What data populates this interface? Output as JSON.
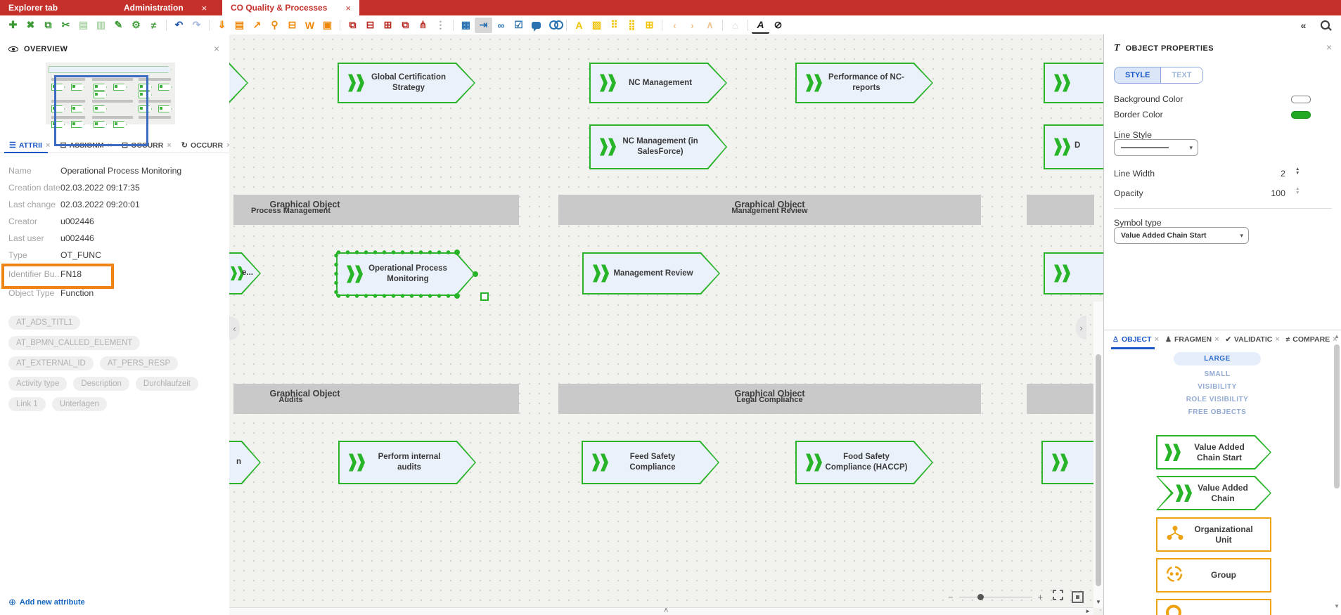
{
  "ui": {
    "close": "×",
    "caret": "▾",
    "up_arrow": "▲",
    "down_arrow": "▼",
    "minus": "−",
    "plus": "+",
    "chevron_left": "‹",
    "chevron_right": "›",
    "chevron_up": "˄",
    "scroll_right": "►",
    "scroll_down": "▼",
    "add_circle": "⊕"
  },
  "colors": {
    "header_red": "#c5302b",
    "accent_blue": "#1a56c4",
    "shape_green": "#2bb32b",
    "shape_fill": "#eaf1fa",
    "highlight_orange": "#ee8413",
    "palette_orange": "#eca211"
  },
  "window_tabs": [
    {
      "label": "Explorer tab",
      "active": false
    },
    {
      "label": "Administration",
      "active": false
    },
    {
      "label": "CO Quality & Processes",
      "active": true
    }
  ],
  "toolbar": {
    "groups": [
      {
        "color": "#3f9b37",
        "icons": [
          {
            "name": "new-document",
            "glyph": "✚"
          },
          {
            "name": "delete",
            "glyph": "✖"
          },
          {
            "name": "duplicate",
            "glyph": "⧉"
          },
          {
            "name": "cut-scissors",
            "glyph": "✂"
          },
          {
            "name": "paste",
            "glyph": "▤",
            "muted": true
          },
          {
            "name": "paste-format",
            "glyph": "▥",
            "muted": true
          },
          {
            "name": "edit-pencil",
            "glyph": "✎"
          },
          {
            "name": "settings-gear",
            "glyph": "⚙"
          },
          {
            "name": "compare-not-equal",
            "glyph": "≠"
          }
        ]
      },
      {
        "color": "#2456a8",
        "icons": [
          {
            "name": "undo",
            "glyph": "↶"
          },
          {
            "name": "redo",
            "glyph": "↷",
            "muted": true
          }
        ]
      },
      {
        "color": "#ef8807",
        "icons": [
          {
            "name": "download-model",
            "glyph": "⇓"
          },
          {
            "name": "export-document",
            "glyph": "▤"
          },
          {
            "name": "share",
            "glyph": "↗"
          },
          {
            "name": "pin",
            "glyph": "⚲"
          },
          {
            "name": "print",
            "glyph": "⊟"
          },
          {
            "name": "export-word",
            "glyph": "W"
          },
          {
            "name": "export-image",
            "glyph": "▣"
          }
        ]
      },
      {
        "color": "#b7271f",
        "icons": [
          {
            "name": "bring-to-front",
            "glyph": "⧉"
          },
          {
            "name": "send-to-back",
            "glyph": "⊟"
          },
          {
            "name": "bring-forward",
            "glyph": "⊞"
          },
          {
            "name": "send-backward",
            "glyph": "⧉"
          },
          {
            "name": "hierarchy-layout",
            "glyph": "⋔"
          }
        ]
      },
      {
        "color": "#9a9a9a",
        "separator": false,
        "icons": [
          {
            "name": "more-options",
            "glyph": "⋮"
          }
        ]
      },
      {
        "color": "#2a72b0",
        "icons": [
          {
            "name": "view-grid",
            "glyph": "▦"
          },
          {
            "name": "align-connectors",
            "glyph": "⇥",
            "active": true
          },
          {
            "name": "find-binoculars",
            "glyph": "∞"
          },
          {
            "name": "multi-select-checkbox",
            "glyph": "☑"
          },
          {
            "name": "comments-bubble",
            "css": "bubble"
          },
          {
            "name": "toggle-overlay-circles",
            "css": "venn"
          }
        ]
      },
      {
        "color": "#f2c100",
        "icons": [
          {
            "name": "font-color",
            "glyph": "A"
          },
          {
            "name": "insert-image",
            "glyph": "▨"
          },
          {
            "name": "grid-small-dots",
            "glyph": "⠿"
          },
          {
            "name": "grid-large-dots",
            "glyph": "⣿"
          },
          {
            "name": "insert-table",
            "glyph": "⊞"
          }
        ]
      },
      {
        "color": "#f0c493",
        "icons": [
          {
            "name": "nav-left",
            "glyph": "‹"
          },
          {
            "name": "nav-right",
            "glyph": "›"
          },
          {
            "name": "nav-up",
            "glyph": "∧"
          }
        ]
      },
      {
        "color": "#d9d9d9",
        "icons": [
          {
            "name": "shape-placeholder",
            "glyph": "⌂"
          }
        ]
      },
      {
        "color": "#222222",
        "icons": [
          {
            "name": "font-style",
            "glyph": "A",
            "cls": "underlineA"
          },
          {
            "name": "no-draw",
            "glyph": "⊘"
          }
        ]
      }
    ],
    "right_icons": [
      {
        "name": "collapse-panel",
        "glyph": "«"
      },
      {
        "name": "zoom-search",
        "css": "mag"
      }
    ]
  },
  "overview_panel": {
    "title": "OVERVIEW"
  },
  "attributes_panel": {
    "tabs": [
      {
        "label": "ATTRII",
        "icon": "☰",
        "active": true
      },
      {
        "label": "ASSIGNM",
        "icon": "⊡",
        "active": false
      },
      {
        "label": "OCCURR",
        "icon": "⊡",
        "active": false
      },
      {
        "label": "OCCURR",
        "icon": "↻",
        "active": false
      }
    ],
    "rows": [
      {
        "label": "Name",
        "value": "Operational Process Monitoring"
      },
      {
        "label": "Creation date",
        "value": "02.03.2022 09:17:35"
      },
      {
        "label": "Last change",
        "value": "02.03.2022 09:20:01"
      },
      {
        "label": "Creator",
        "value": "u002446"
      },
      {
        "label": "Last user",
        "value": "u002446"
      },
      {
        "label": "Type",
        "value": "OT_FUNC"
      },
      {
        "label": "Identifier Bu...",
        "value": "FN18",
        "highlighted": true
      },
      {
        "label": "Object Type",
        "value": "Function"
      }
    ],
    "chips": [
      "AT_ADS_TITL1",
      "AT_BPMN_CALLED_ELEMENT",
      "AT_EXTERNAL_ID",
      "AT_PERS_RESP",
      "Activity type",
      "Description",
      "Durchlaufzeit",
      "Link 1",
      "Unterlagen"
    ],
    "add_attribute_label": "Add new attribute"
  },
  "canvas": {
    "shapes": [
      {
        "label": "Global Certification Strategy"
      },
      {
        "label": "NC Management"
      },
      {
        "label": "Performance of NC-reports"
      },
      {
        "label": "NC Management (in SalesForce)"
      },
      {
        "label": "Operational Process Monitoring",
        "selected": true
      },
      {
        "label": "Management Review"
      },
      {
        "label": "Perform internal audits"
      },
      {
        "label": "Feed Safety Compliance"
      },
      {
        "label": "Food Safety Compliance (HACCP)"
      },
      {
        "label": "e..."
      },
      {
        "label": "n"
      },
      {
        "label": "D"
      }
    ],
    "bars": [
      {
        "title": "Graphical Object",
        "subtitle": "Process Management"
      },
      {
        "title": "Graphical Object",
        "subtitle": "Management Review"
      },
      {
        "title": "Graphical Object",
        "subtitle": "Audits"
      },
      {
        "title": "Graphical Object",
        "subtitle": "Legal Compliance"
      }
    ]
  },
  "object_properties": {
    "title": "OBJECT PROPERTIES",
    "style_tab": "STYLE",
    "text_tab": "TEXT",
    "background_color_label": "Background Color",
    "border_color_label": "Border Color",
    "line_style_label": "Line Style",
    "line_width_label": "Line Width",
    "line_width_value": "2",
    "opacity_label": "Opacity",
    "opacity_value": "100",
    "symbol_type_label": "Symbol type",
    "symbol_type_value": "Value Added Chain Start"
  },
  "symbols_panel": {
    "tabs": [
      {
        "label": "OBJECT",
        "icon": "♙",
        "active": true
      },
      {
        "label": "FRAGMEN",
        "icon": "♟",
        "active": false
      },
      {
        "label": "VALIDATIC",
        "icon": "✔",
        "active": false
      },
      {
        "label": "COMPARE",
        "icon": "≠",
        "active": false
      }
    ],
    "links": [
      "LARGE",
      "SMALL",
      "VISIBILITY",
      "ROLE VISIBILITY",
      "FREE OBJECTS"
    ],
    "items": [
      {
        "label": "Value Added Chain Start"
      },
      {
        "label": "Value Added Chain"
      },
      {
        "label": "Organizational Unit"
      },
      {
        "label": "Group"
      }
    ]
  }
}
